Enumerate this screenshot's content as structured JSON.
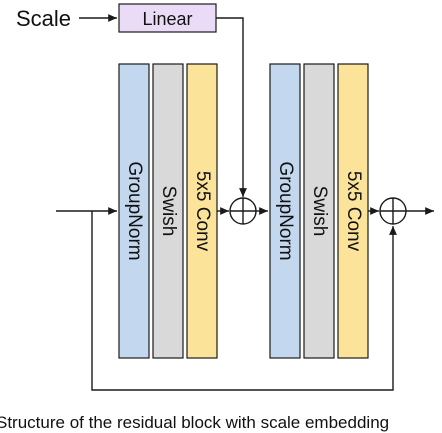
{
  "input_label": "Scale",
  "linear_label": "Linear",
  "blocks": [
    {
      "layers": [
        {
          "label": "GroupNorm",
          "color": "#c3d8ee"
        },
        {
          "label": "Swish",
          "color": "#d9d9d9"
        },
        {
          "label": "5x5 Conv",
          "color": "#fbe49a"
        }
      ]
    },
    {
      "layers": [
        {
          "label": "GroupNorm",
          "color": "#c3d8ee"
        },
        {
          "label": "Swish",
          "color": "#d9d9d9"
        },
        {
          "label": "5x5 Conv",
          "color": "#fbe49a"
        }
      ]
    }
  ],
  "linear_color": "#eadcf6",
  "caption": "Structure of the residual block with scale embedding"
}
